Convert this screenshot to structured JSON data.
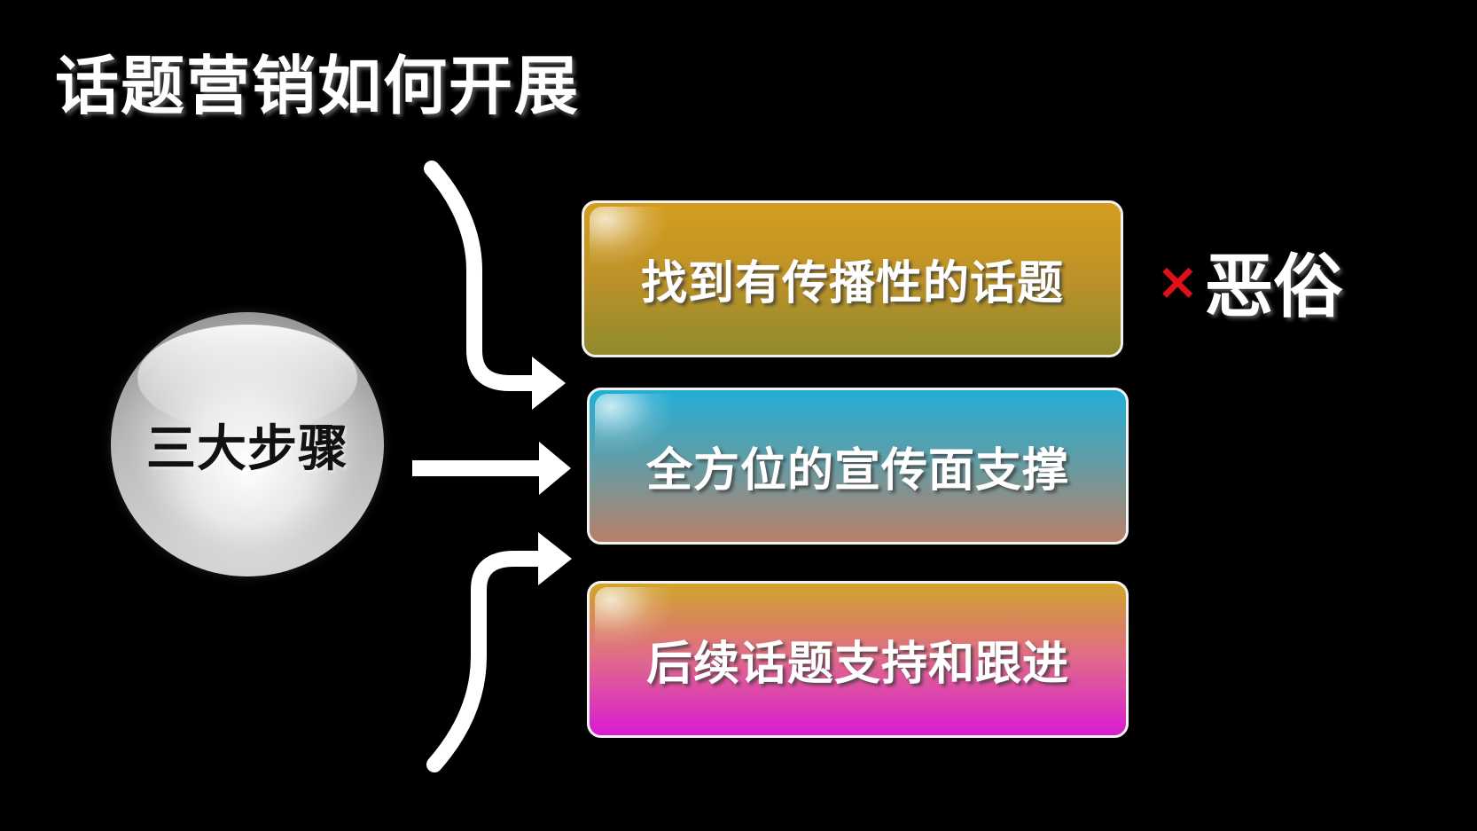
{
  "slide": {
    "title": "话题营销如何开展",
    "center_label": "三大步骤",
    "steps": [
      {
        "label": "找到有传播性的话题",
        "colors": [
          "#d49d1e",
          "#8f8a2c"
        ]
      },
      {
        "label": "全方位的宣传面支撑",
        "colors": [
          "#22aed6",
          "#b8806a"
        ]
      },
      {
        "label": "后续话题支持和跟进",
        "colors": [
          "#d1a42a",
          "#d91cd2"
        ]
      }
    ],
    "note": {
      "symbol": "×",
      "text": "恶俗",
      "symbol_color": "#e0101a"
    },
    "colors": {
      "background": "#000000",
      "text": "#ffffff",
      "connector": "#ffffff"
    }
  }
}
